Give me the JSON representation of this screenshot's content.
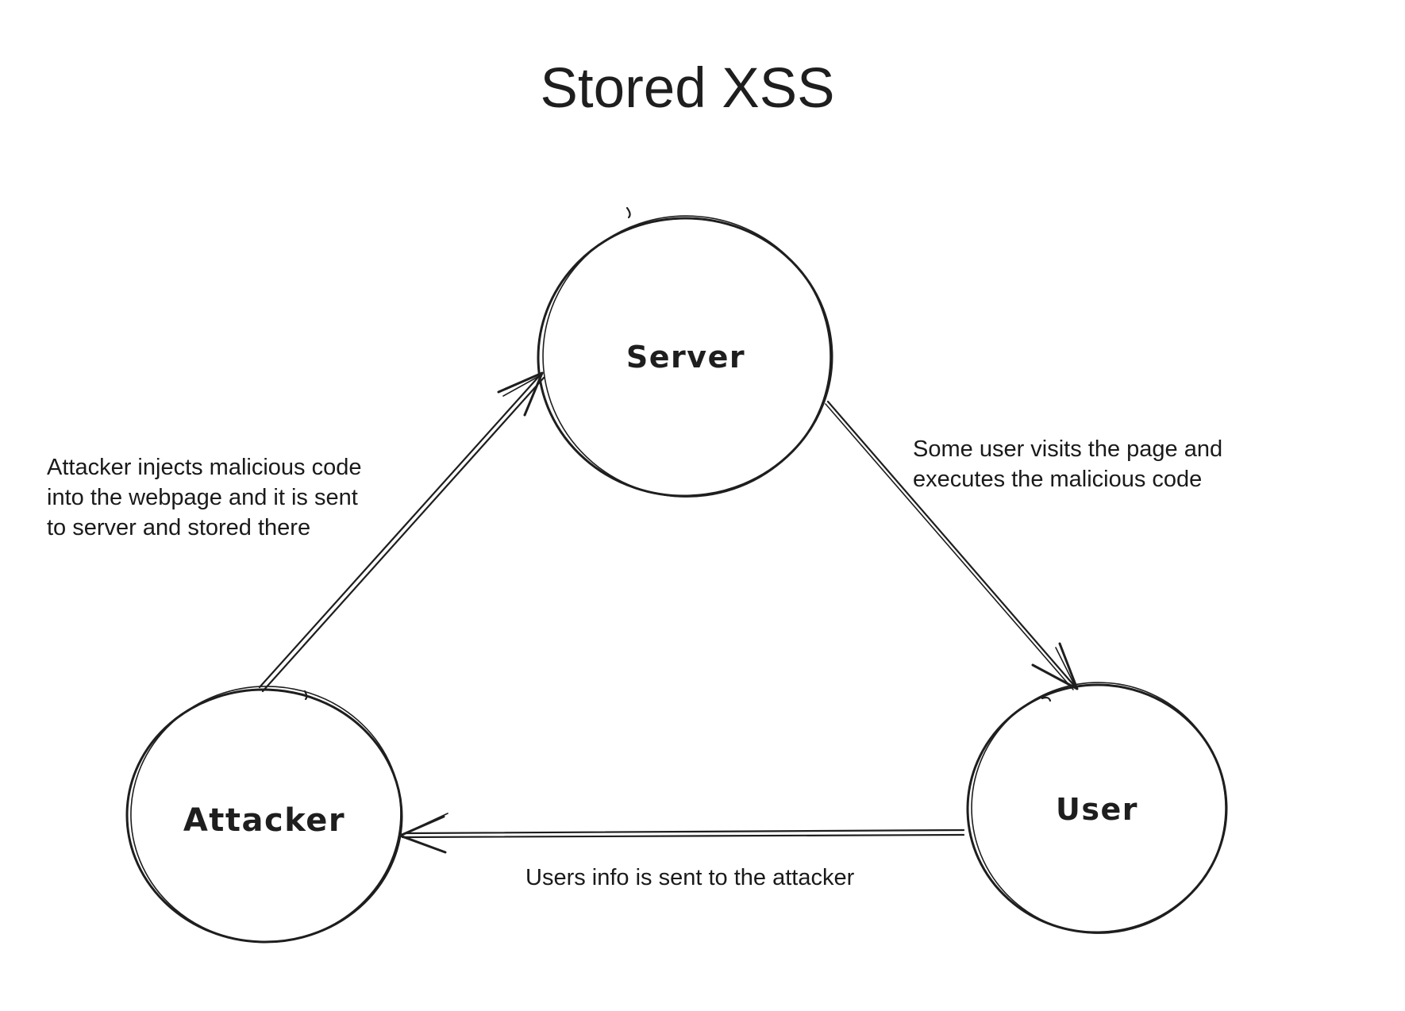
{
  "diagram": {
    "title": "Stored XSS",
    "type": "flow-diagram",
    "style": "hand-drawn-sketch",
    "nodes": [
      {
        "id": "server",
        "label": "Server",
        "shape": "circle"
      },
      {
        "id": "attacker",
        "label": "Attacker",
        "shape": "circle"
      },
      {
        "id": "user",
        "label": "User",
        "shape": "circle"
      }
    ],
    "edges": [
      {
        "from": "attacker",
        "to": "server",
        "label_lines": [
          "Attacker injects malicious code",
          "into the webpage and it is sent",
          "to server and stored there"
        ]
      },
      {
        "from": "server",
        "to": "user",
        "label_lines": [
          "Some user visits the page and",
          "executes the malicious code"
        ]
      },
      {
        "from": "user",
        "to": "attacker",
        "label_lines": [
          "Users info is sent to the attacker"
        ]
      }
    ],
    "colors": {
      "ink": "#1e1e1e",
      "text": "#1a1a1a",
      "background": "#ffffff"
    }
  }
}
